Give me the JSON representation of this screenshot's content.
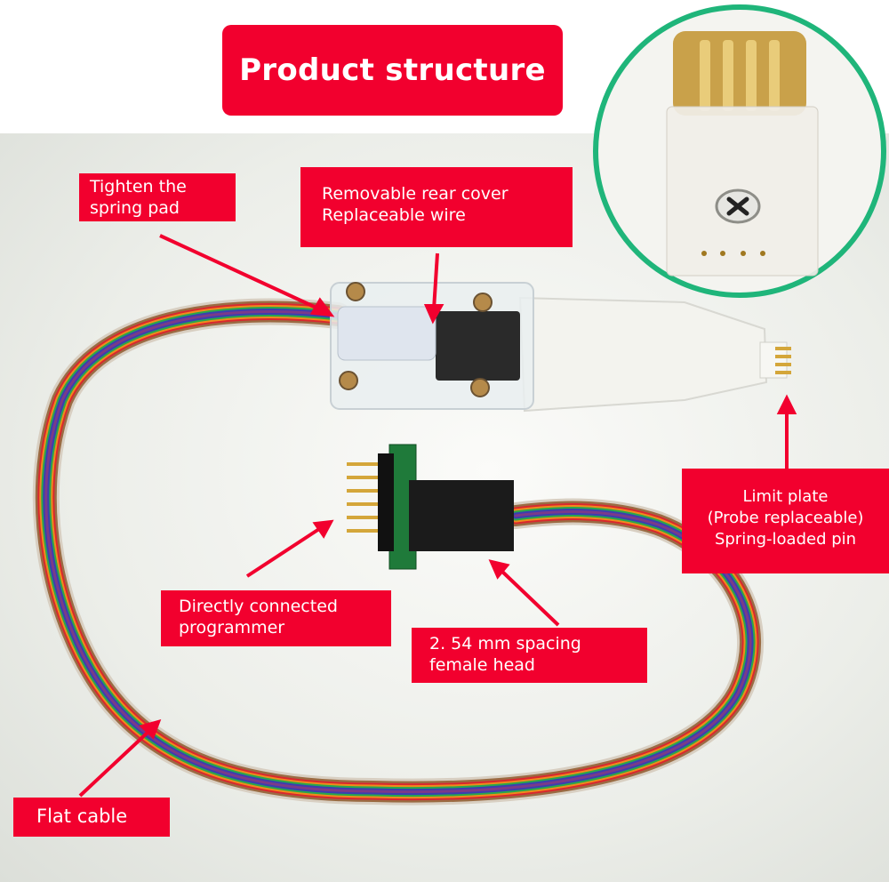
{
  "title": "Product structure",
  "labels": {
    "spring_pad": "Tighten the\nspring pad",
    "rear_cover": "Removable rear cover\nReplaceable wire",
    "limit_plate": "Limit plate\n(Probe replaceable)\nSpring-loaded pin",
    "programmer": "Directly connected\nprogrammer",
    "female_head": "2. 54 mm spacing\nfemale head",
    "flat_cable": "Flat cable"
  },
  "colors": {
    "label_bg": "#f2002e",
    "inset_ring": "#1fb57a",
    "pin_gold": "#d4a63a"
  }
}
